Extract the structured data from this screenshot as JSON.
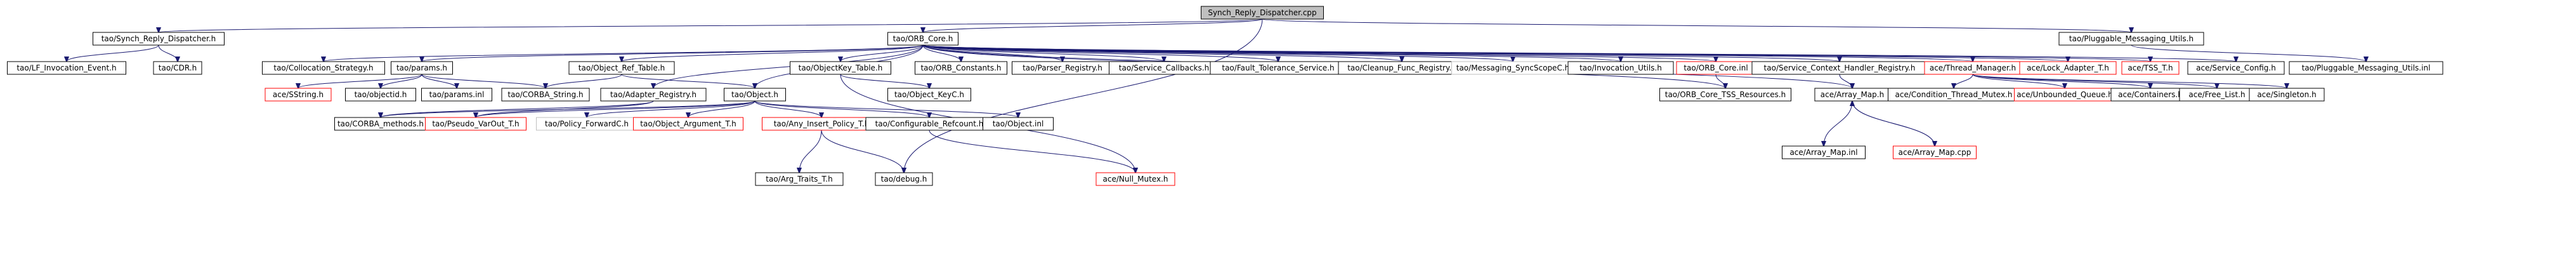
{
  "graph": {
    "nodes": [
      {
        "id": "root",
        "label": "Synch_Reply_Dispatcher.cpp",
        "style": "root"
      },
      {
        "id": "synch_h",
        "label": "tao/Synch_Reply_Dispatcher.h",
        "style": "normal"
      },
      {
        "id": "orb_core_h",
        "label": "tao/ORB_Core.h",
        "style": "normal"
      },
      {
        "id": "pmu_h",
        "label": "tao/Pluggable_Messaging_Utils.h",
        "style": "normal"
      },
      {
        "id": "lf_event",
        "label": "tao/LF_Invocation_Event.h",
        "style": "normal"
      },
      {
        "id": "cdr_h",
        "label": "tao/CDR.h",
        "style": "normal"
      },
      {
        "id": "coll_strategy",
        "label": "tao/Collocation_Strategy.h",
        "style": "normal"
      },
      {
        "id": "params_h",
        "label": "tao/params.h",
        "style": "normal"
      },
      {
        "id": "obj_ref_table",
        "label": "tao/Object_Ref_Table.h",
        "style": "normal"
      },
      {
        "id": "objkey_table",
        "label": "tao/ObjectKey_Table.h",
        "style": "normal"
      },
      {
        "id": "orb_constants",
        "label": "tao/ORB_Constants.h",
        "style": "normal"
      },
      {
        "id": "parser_registry",
        "label": "tao/Parser_Registry.h",
        "style": "normal"
      },
      {
        "id": "service_callbacks",
        "label": "tao/Service_Callbacks.h",
        "style": "normal"
      },
      {
        "id": "fault_tolerance",
        "label": "tao/Fault_Tolerance_Service.h",
        "style": "normal"
      },
      {
        "id": "cleanup_func",
        "label": "tao/Cleanup_Func_Registry.h",
        "style": "normal"
      },
      {
        "id": "messaging_sync",
        "label": "tao/Messaging_SyncScopeC.h",
        "style": "gray"
      },
      {
        "id": "invocation_utils",
        "label": "tao/Invocation_Utils.h",
        "style": "normal"
      },
      {
        "id": "orb_core_inl",
        "label": "tao/ORB_Core.inl",
        "style": "red"
      },
      {
        "id": "service_ctx",
        "label": "tao/Service_Context_Handler_Registry.h",
        "style": "normal"
      },
      {
        "id": "thread_manager",
        "label": "ace/Thread_Manager.h",
        "style": "red"
      },
      {
        "id": "lock_adapter",
        "label": "ace/Lock_Adapter_T.h",
        "style": "red"
      },
      {
        "id": "tss_t",
        "label": "ace/TSS_T.h",
        "style": "red"
      },
      {
        "id": "service_config",
        "label": "ace/Service_Config.h",
        "style": "normal"
      },
      {
        "id": "pmu_inl",
        "label": "tao/Pluggable_Messaging_Utils.inl",
        "style": "normal"
      },
      {
        "id": "sstring",
        "label": "ace/SString.h",
        "style": "red"
      },
      {
        "id": "objectid",
        "label": "tao/objectid.h",
        "style": "normal"
      },
      {
        "id": "params_inl",
        "label": "tao/params.inl",
        "style": "normal"
      },
      {
        "id": "corba_string",
        "label": "tao/CORBA_String.h",
        "style": "normal"
      },
      {
        "id": "adapter_registry",
        "label": "tao/Adapter_Registry.h",
        "style": "normal"
      },
      {
        "id": "object_h",
        "label": "tao/Object.h",
        "style": "normal"
      },
      {
        "id": "object_keyc",
        "label": "tao/Object_KeyC.h",
        "style": "normal"
      },
      {
        "id": "orb_core_tss",
        "label": "tao/ORB_Core_TSS_Resources.h",
        "style": "normal"
      },
      {
        "id": "array_map_h",
        "label": "ace/Array_Map.h",
        "style": "normal"
      },
      {
        "id": "cond_thread_mutex",
        "label": "ace/Condition_Thread_Mutex.h",
        "style": "normal"
      },
      {
        "id": "unbounded_queue",
        "label": "ace/Unbounded_Queue.h",
        "style": "red"
      },
      {
        "id": "containers",
        "label": "ace/Containers.h",
        "style": "normal"
      },
      {
        "id": "free_list",
        "label": "ace/Free_List.h",
        "style": "normal"
      },
      {
        "id": "singleton",
        "label": "ace/Singleton.h",
        "style": "normal"
      },
      {
        "id": "corba_methods",
        "label": "tao/CORBA_methods.h",
        "style": "normal"
      },
      {
        "id": "pseudo_var",
        "label": "tao/Pseudo_VarOut_T.h",
        "style": "red"
      },
      {
        "id": "policy_fwd",
        "label": "tao/Policy_ForwardC.h",
        "style": "gray"
      },
      {
        "id": "object_argument",
        "label": "tao/Object_Argument_T.h",
        "style": "red"
      },
      {
        "id": "any_insert",
        "label": "tao/Any_Insert_Policy_T.h",
        "style": "red"
      },
      {
        "id": "configurable_refcount",
        "label": "tao/Configurable_Refcount.h",
        "style": "normal"
      },
      {
        "id": "object_inl",
        "label": "tao/Object.inl",
        "style": "normal"
      },
      {
        "id": "array_map_inl",
        "label": "ace/Array_Map.inl",
        "style": "normal"
      },
      {
        "id": "array_map_cpp",
        "label": "ace/Array_Map.cpp",
        "style": "red"
      },
      {
        "id": "arg_traits",
        "label": "tao/Arg_Traits_T.h",
        "style": "normal"
      },
      {
        "id": "debug_h",
        "label": "tao/debug.h",
        "style": "normal"
      },
      {
        "id": "null_mutex",
        "label": "ace/Null_Mutex.h",
        "style": "red"
      }
    ],
    "edges": [
      [
        "root",
        "synch_h"
      ],
      [
        "root",
        "orb_core_h"
      ],
      [
        "root",
        "pmu_h"
      ],
      [
        "root",
        "debug_h"
      ],
      [
        "synch_h",
        "lf_event"
      ],
      [
        "synch_h",
        "cdr_h"
      ],
      [
        "orb_core_h",
        "coll_strategy"
      ],
      [
        "orb_core_h",
        "params_h"
      ],
      [
        "orb_core_h",
        "obj_ref_table"
      ],
      [
        "orb_core_h",
        "objkey_table"
      ],
      [
        "orb_core_h",
        "orb_constants"
      ],
      [
        "orb_core_h",
        "parser_registry"
      ],
      [
        "orb_core_h",
        "service_callbacks"
      ],
      [
        "orb_core_h",
        "fault_tolerance"
      ],
      [
        "orb_core_h",
        "cleanup_func"
      ],
      [
        "orb_core_h",
        "messaging_sync"
      ],
      [
        "orb_core_h",
        "invocation_utils"
      ],
      [
        "orb_core_h",
        "orb_core_inl"
      ],
      [
        "orb_core_h",
        "service_ctx"
      ],
      [
        "orb_core_h",
        "thread_manager"
      ],
      [
        "orb_core_h",
        "lock_adapter"
      ],
      [
        "orb_core_h",
        "tss_t"
      ],
      [
        "orb_core_h",
        "service_config"
      ],
      [
        "orb_core_h",
        "adapter_registry"
      ],
      [
        "orb_core_h",
        "object_h"
      ],
      [
        "orb_core_h",
        "orb_core_tss"
      ],
      [
        "orb_core_h",
        "array_map_h"
      ],
      [
        "pmu_h",
        "pmu_inl"
      ],
      [
        "params_h",
        "sstring"
      ],
      [
        "params_h",
        "objectid"
      ],
      [
        "params_h",
        "params_inl"
      ],
      [
        "params_h",
        "corba_string"
      ],
      [
        "obj_ref_table",
        "corba_string"
      ],
      [
        "obj_ref_table",
        "object_h"
      ],
      [
        "objkey_table",
        "object_keyc"
      ],
      [
        "objkey_table",
        "null_mutex"
      ],
      [
        "orb_core_inl",
        "orb_core_tss"
      ],
      [
        "service_ctx",
        "array_map_h"
      ],
      [
        "thread_manager",
        "cond_thread_mutex"
      ],
      [
        "thread_manager",
        "unbounded_queue"
      ],
      [
        "thread_manager",
        "containers"
      ],
      [
        "thread_manager",
        "free_list"
      ],
      [
        "thread_manager",
        "singleton"
      ],
      [
        "adapter_registry",
        "corba_methods"
      ],
      [
        "adapter_registry",
        "pseudo_var"
      ],
      [
        "object_h",
        "corba_methods"
      ],
      [
        "object_h",
        "pseudo_var"
      ],
      [
        "object_h",
        "policy_fwd"
      ],
      [
        "object_h",
        "object_argument"
      ],
      [
        "object_h",
        "any_insert"
      ],
      [
        "object_h",
        "configurable_refcount"
      ],
      [
        "object_h",
        "object_inl"
      ],
      [
        "array_map_h",
        "array_map_inl"
      ],
      [
        "array_map_h",
        "array_map_cpp"
      ],
      [
        "array_map_cpp",
        "array_map_h"
      ],
      [
        "any_insert",
        "arg_traits"
      ],
      [
        "any_insert",
        "debug_h"
      ],
      [
        "configurable_refcount",
        "null_mutex"
      ]
    ]
  }
}
